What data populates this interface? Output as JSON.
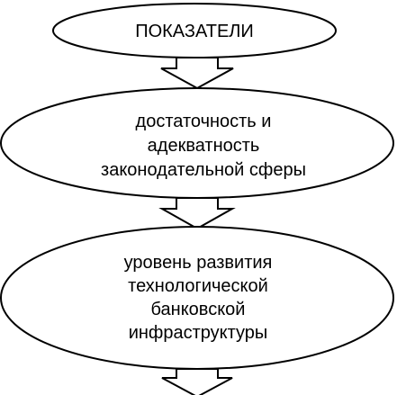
{
  "diagram": {
    "nodes": [
      {
        "id": "indicators",
        "lines": [
          "ПОКАЗАТЕЛИ"
        ]
      },
      {
        "id": "legislation",
        "lines": [
          "достаточность и",
          "адекватность",
          "законодательной сферы"
        ]
      },
      {
        "id": "infrastructure",
        "lines": [
          "уровень развития",
          "технологической",
          "банковской",
          "инфраструктуры"
        ]
      }
    ],
    "edges": [
      {
        "from": "indicators",
        "to": "legislation"
      },
      {
        "from": "legislation",
        "to": "infrastructure"
      },
      {
        "from": "infrastructure",
        "to": ""
      }
    ]
  }
}
